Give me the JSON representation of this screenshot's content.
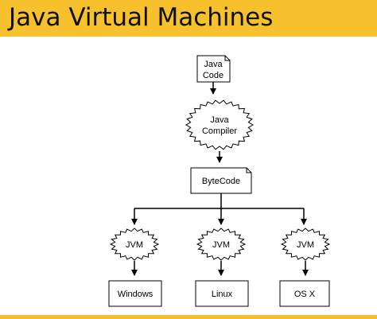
{
  "header": {
    "title": "Java Virtual Machines"
  },
  "colors": {
    "title_bar": "#f7c12d",
    "stroke": "#000000",
    "background": "#ffffff"
  },
  "diagram": {
    "source": {
      "line1": "Java",
      "line2": "Code"
    },
    "compiler": {
      "line1": "Java",
      "line2": "Compiler"
    },
    "bytecode": {
      "label": "ByteCode"
    },
    "jvms": [
      {
        "label": "JVM"
      },
      {
        "label": "JVM"
      },
      {
        "label": "JVM"
      }
    ],
    "platforms": [
      {
        "label": "Windows"
      },
      {
        "label": "Linux"
      },
      {
        "label": "OS X"
      }
    ]
  }
}
